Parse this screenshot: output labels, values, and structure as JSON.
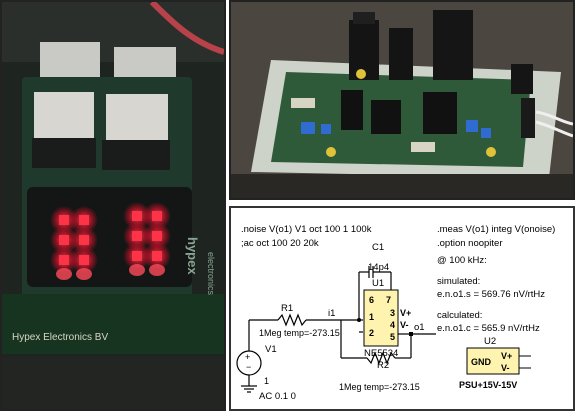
{
  "left_photo": {
    "board_label": "Hypex Electronics BV",
    "brand_vertical": "hypex",
    "brand_sub": "electronics"
  },
  "schematic": {
    "directive_noise": ".noise V(o1) V1 oct 100 1 100k",
    "directive_ac": ";ac oct 100 20 20k",
    "directive_meas": ".meas V(o1) integ V(onoise)",
    "directive_option": ".option noopiter",
    "freq_label": "@ 100 kHz:",
    "simulated_heading": "simulated:",
    "simulated_value": "e.n.o1.s = 569.76 nV/rtHz",
    "calculated_heading": "calculated:",
    "calculated_value": "e.n.o1.c = 565.9 nV/rtHz",
    "c1_name": "C1",
    "c1_value": "14p4",
    "u1_name": "U1",
    "u1_part": "NE5534",
    "pin6": "6",
    "pin7": "7",
    "pin1": "1",
    "pin2": "2",
    "pin3": "3",
    "pin4": "4",
    "pin5": "5",
    "vplus": "V+",
    "vminus": "V-",
    "r1_name": "R1",
    "r1_value": "1Meg temp=-273.15",
    "r2_name": "R2",
    "r2_value": "1Meg temp=-273.15",
    "net_i1": "i1",
    "net_o1": "o1",
    "v1_name": "V1",
    "v1_value": "AC 0.1 0",
    "v1_pin": "1",
    "u2_name": "U2",
    "u2_gnd": "GND",
    "u2_vplus": "V+",
    "u2_vminus": "V-",
    "u2_part": "PSU+15V-15V"
  }
}
